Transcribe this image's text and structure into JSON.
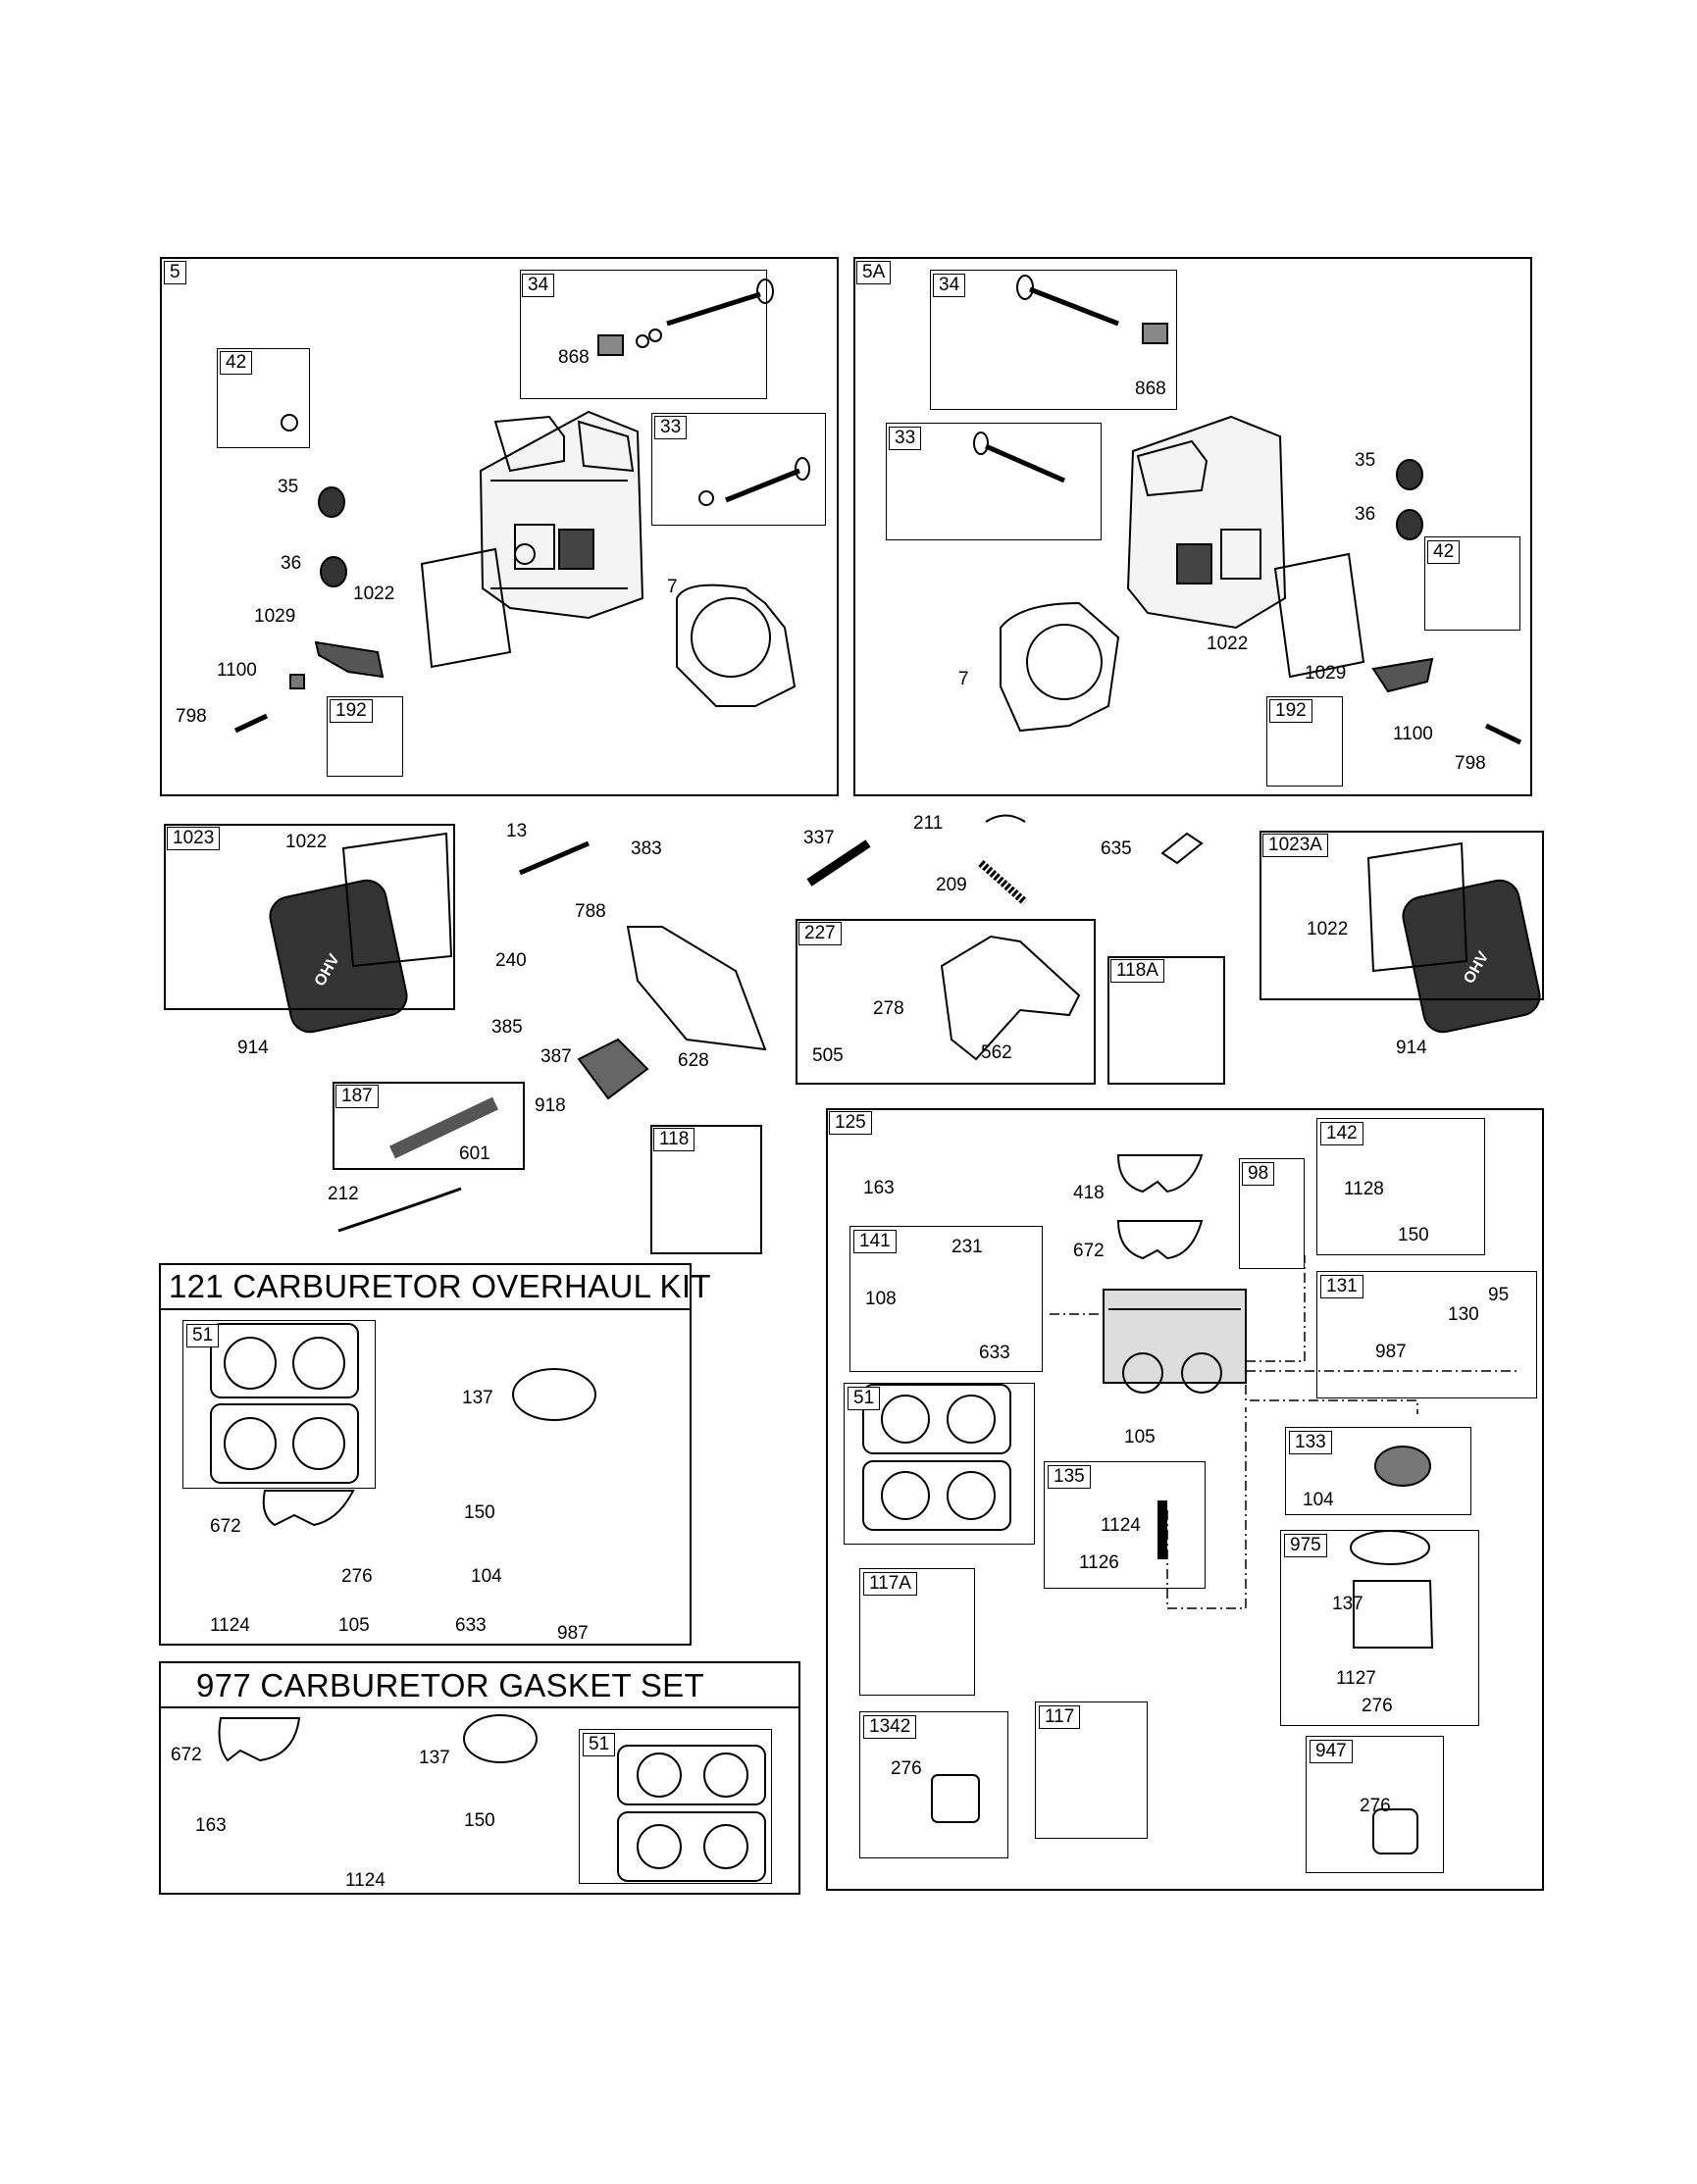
{
  "panels": {
    "cyl_head_1": {
      "tag": "5",
      "sub": {
        "valve_34": "34",
        "valve_33": "33",
        "kit_42": "42",
        "kit_192": "192"
      }
    },
    "cyl_head_2": {
      "tag": "5A",
      "sub": {
        "valve_34": "34",
        "valve_33": "33",
        "kit_42": "42",
        "kit_192": "192"
      }
    },
    "cover_1": {
      "tag": "1023"
    },
    "cover_2": {
      "tag": "1023A"
    },
    "tube_187": {
      "tag": "187"
    },
    "bracket_227": {
      "tag": "227"
    },
    "kit_118A": {
      "tag": "118A"
    },
    "kit_118": {
      "tag": "118"
    },
    "carb_125": {
      "tag": "125",
      "sub": {
        "k142": "142",
        "k98": "98",
        "k141": "141",
        "k131": "131",
        "k51": "51",
        "k133": "133",
        "k135": "135",
        "k975": "975",
        "k117A": "117A",
        "k1342": "1342",
        "k117": "117",
        "k947": "947"
      }
    },
    "kit_121": {
      "title": "121 CARBURETOR OVERHAUL KIT",
      "sub51": "51"
    },
    "kit_977": {
      "title": "977 CARBURETOR GASKET SET",
      "sub51": "51"
    }
  },
  "part_numbers": {
    "p5": {
      "l868": "868",
      "l35": "35",
      "l36": "36",
      "l1022": "1022",
      "l7": "7",
      "l1029": "1029",
      "l1100": "1100",
      "l798": "798"
    },
    "p5A": {
      "l868": "868",
      "l35": "35",
      "l36": "36",
      "l1022": "1022",
      "l7": "7",
      "l1029": "1029",
      "l1100": "1100",
      "l798": "798"
    },
    "mid": {
      "l1022a": "1022",
      "l914a": "914",
      "l13": "13",
      "l383": "383",
      "l788": "788",
      "l240": "240",
      "l385": "385",
      "l387": "387",
      "l918": "918",
      "l628": "628",
      "l601": "601",
      "l212": "212",
      "l337": "337",
      "l211": "211",
      "l209": "209",
      "l635": "635",
      "l278": "278",
      "l505": "505",
      "l562": "562",
      "l1022b": "1022",
      "l914b": "914"
    },
    "carb": {
      "l163": "163",
      "l418": "418",
      "l672": "672",
      "l1128": "1128",
      "l150": "150",
      "l108": "108",
      "l231": "231",
      "l633": "633",
      "l130": "130",
      "l95": "95",
      "l987": "987",
      "l105": "105",
      "l104": "104",
      "l1124": "1124",
      "l1126": "1126",
      "l137": "137",
      "l1127": "1127",
      "l276a": "276",
      "l276b": "276",
      "l276c": "276"
    },
    "k121": {
      "l137": "137",
      "l150": "150",
      "l672": "672",
      "l276": "276",
      "l104": "104",
      "l1124": "1124",
      "l105": "105",
      "l633": "633",
      "l987": "987"
    },
    "k977": {
      "l672": "672",
      "l137": "137",
      "l163": "163",
      "l150": "150",
      "l1124": "1124"
    }
  },
  "cover_lettering": "OHV"
}
